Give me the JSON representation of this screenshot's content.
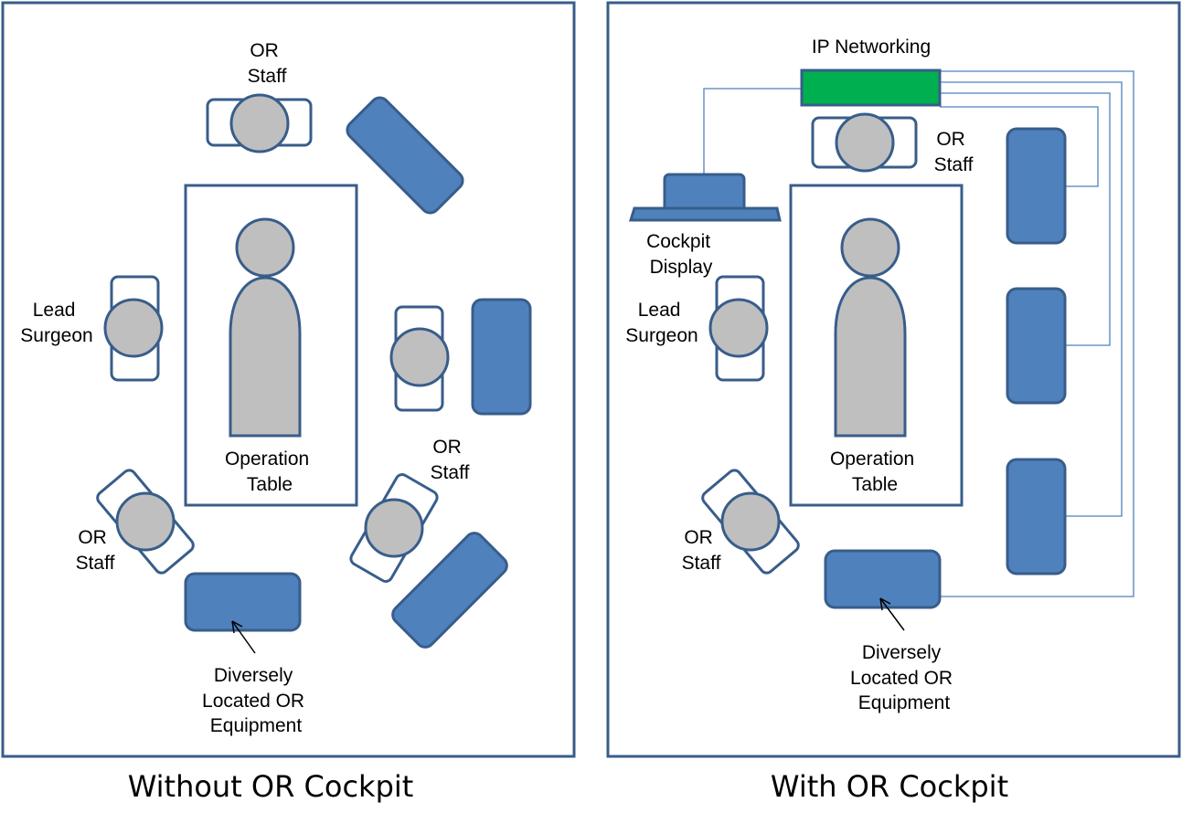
{
  "left_panel": {
    "caption": "Without OR Cockpit",
    "staff_top": [
      "OR",
      "Staff"
    ],
    "lead_surgeon": [
      "Lead",
      "Surgeon"
    ],
    "table": [
      "Operation",
      "Table"
    ],
    "staff_right": [
      "OR",
      "Staff"
    ],
    "staff_bottom": [
      "OR",
      "Staff"
    ],
    "equipment": [
      "Diversely",
      "Located OR",
      "Equipment"
    ]
  },
  "right_panel": {
    "caption": "With OR Cockpit",
    "network": "IP Networking",
    "staff_top": [
      "OR",
      "Staff"
    ],
    "display": [
      "Cockpit",
      "Display"
    ],
    "lead_surgeon": [
      "Lead",
      "Surgeon"
    ],
    "table": [
      "Operation",
      "Table"
    ],
    "staff_bottom": [
      "OR",
      "Staff"
    ],
    "equipment": [
      "Diversely",
      "Located OR",
      "Equipment"
    ]
  },
  "colors": {
    "equipment": "#4f81bd",
    "outline": "#385d8a",
    "person": "#bfbfbf",
    "network": "#00b050"
  }
}
